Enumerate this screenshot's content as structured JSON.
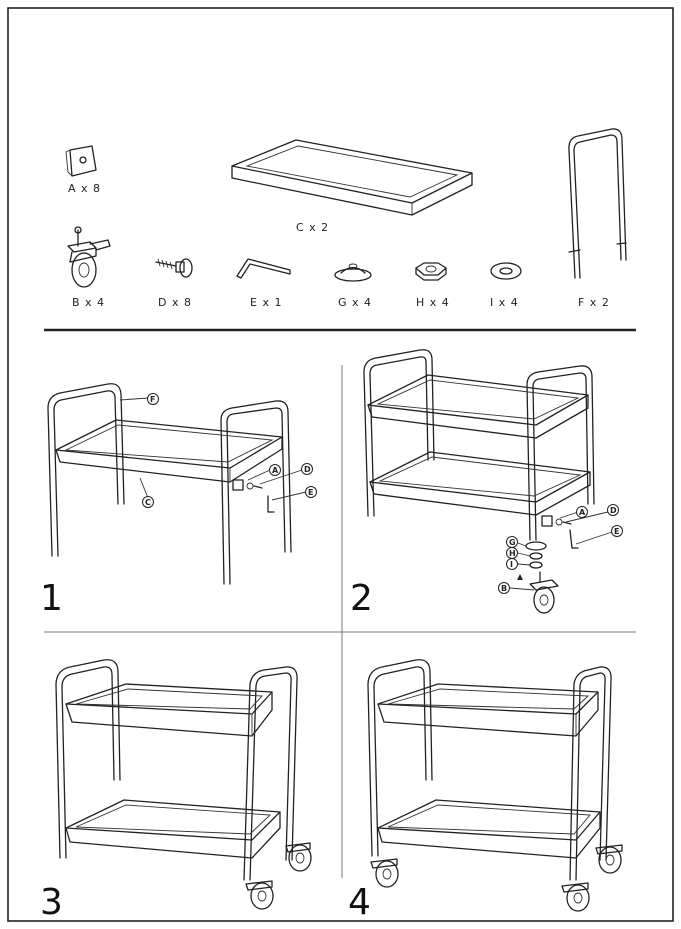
{
  "parts": {
    "a": "A x 8",
    "b": "B x 4",
    "c": "C x 2",
    "d": "D x 8",
    "e": "E x 1",
    "f": "F x 2",
    "g": "G x 4",
    "h": "H x 4",
    "i": "I x 4"
  },
  "callouts": {
    "a": "A",
    "b": "B",
    "c": "C",
    "d": "D",
    "e": "E",
    "f": "F",
    "g": "G",
    "h": "H",
    "i": "I"
  },
  "steps": [
    "1",
    "2",
    "3",
    "4"
  ]
}
